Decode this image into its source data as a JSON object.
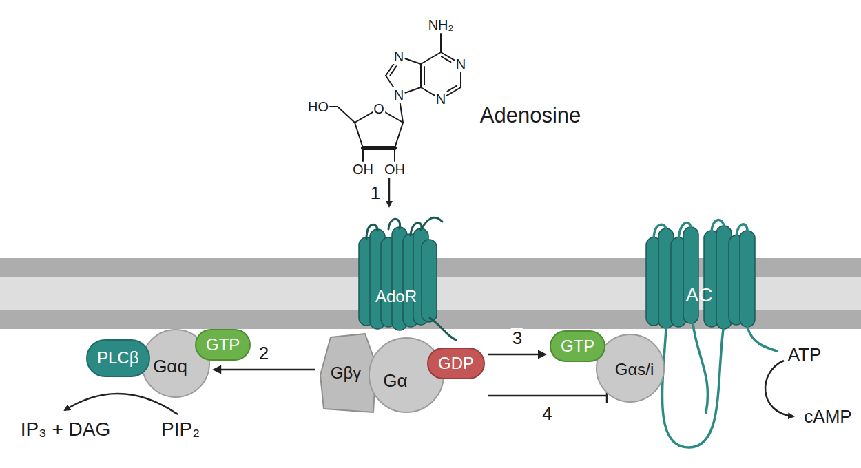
{
  "diagram": {
    "nodes": [
      {
        "text": [
          "PLCβ"
        ]
      },
      {
        "text": [
          "Gαq"
        ]
      },
      {
        "text": [
          "GTP"
        ]
      },
      {
        "text": [
          "AdoR"
        ]
      },
      {
        "text": [
          "Gβγ"
        ]
      },
      {
        "text": [
          "Gα"
        ]
      },
      {
        "text": [
          "GDP"
        ]
      },
      {
        "text": [
          "GTP"
        ]
      },
      {
        "text": [
          "Gαs/i"
        ]
      },
      {
        "text": [
          "AC"
        ]
      }
    ],
    "edges": [
      {
        "from": 4,
        "to": 1,
        "arrow": "to",
        "label": "2"
      },
      {
        "from": 6,
        "to": 7,
        "arrow": "to",
        "label": "3"
      },
      {
        "from": 6,
        "to": 8,
        "arrow": "to",
        "label": "4"
      }
    ],
    "labels": [
      "NH₂",
      "N",
      "N",
      "N",
      "N",
      "O",
      "HO",
      "OH",
      "OH",
      "Adenosine",
      "1",
      "IP₃ + DAG",
      "PIP₂",
      "ATP",
      "cAMP"
    ]
  }
}
